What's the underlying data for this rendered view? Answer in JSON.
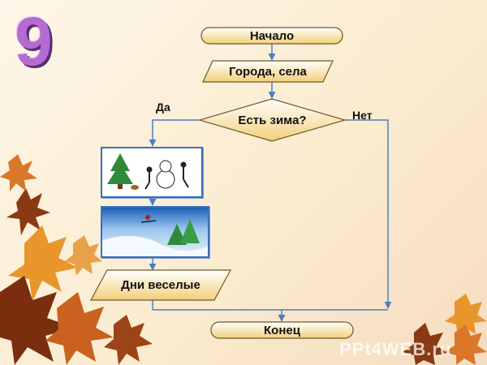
{
  "slide_number": "9",
  "nodes": {
    "start": "Начало",
    "input": "Города, села",
    "decision": "Есть зима?",
    "output": "Дни веселые",
    "end": "Конец"
  },
  "branches": {
    "yes": "Да",
    "no": "Нет"
  },
  "watermark": "PPt4WEB.ru",
  "colors": {
    "node_fill_top": "#ffffff",
    "node_fill_bottom": "#f3cf7a",
    "node_stroke": "#6b5a2a",
    "connector": "#4a7fc1",
    "slide_number": "#b56cd2",
    "leaf_orange": "#e8952c",
    "leaf_brown": "#8a3a12"
  }
}
